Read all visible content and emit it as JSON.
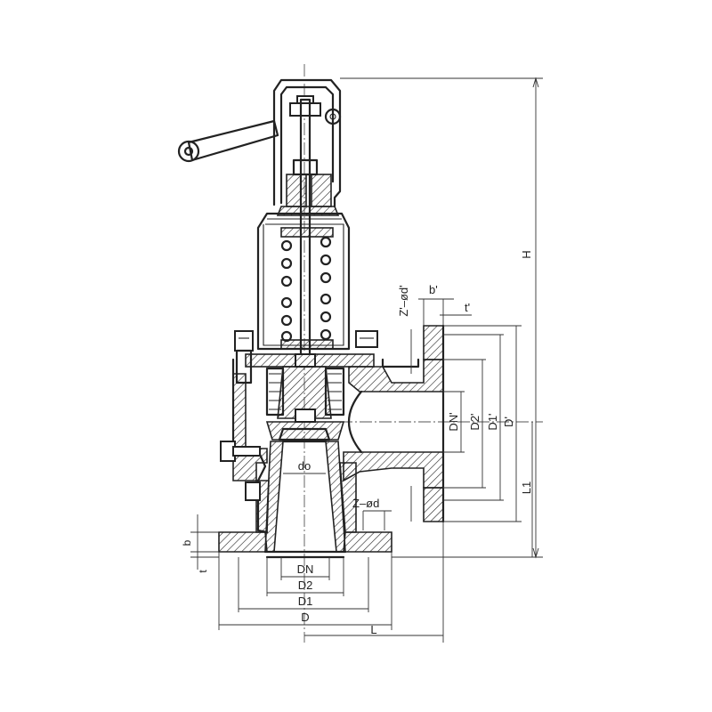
{
  "labels": {
    "H": "H",
    "L1": "L1",
    "L": "L",
    "D": "D",
    "D1": "D1",
    "D2": "D2",
    "DN": "DN",
    "do": "do",
    "b": "b",
    "t": "t",
    "Z_d": "Z–ød",
    "Z_d_prime": "Z'–ød'",
    "b_prime": "b'",
    "t_prime": "t'",
    "DN_prime": "DN'",
    "D2_prime": "D2'",
    "D1_prime": "D1'",
    "D_prime": "D'"
  }
}
